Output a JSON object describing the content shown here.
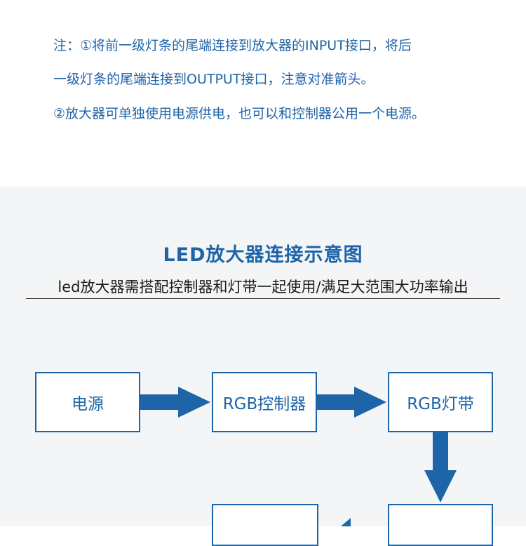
{
  "notes": [
    "注：①将前一级灯条的尾端连接到放大器的INPUT接口，将后",
    "一级灯条的尾端连接到OUTPUT接口，注意对准箭头。",
    "②放大器可单独使用电源供电，也可以和控制器公用一个电源。"
  ],
  "title": "LED放大器连接示意图",
  "subtitle": "led放大器需搭配控制器和灯带一起使用/满足大范围大功率输出",
  "boxes": [
    "电源",
    "RGB控制器",
    "RGB灯带",
    "",
    ""
  ],
  "colors": {
    "accent": "#1e64a8",
    "panel": "#f4f5f7"
  }
}
